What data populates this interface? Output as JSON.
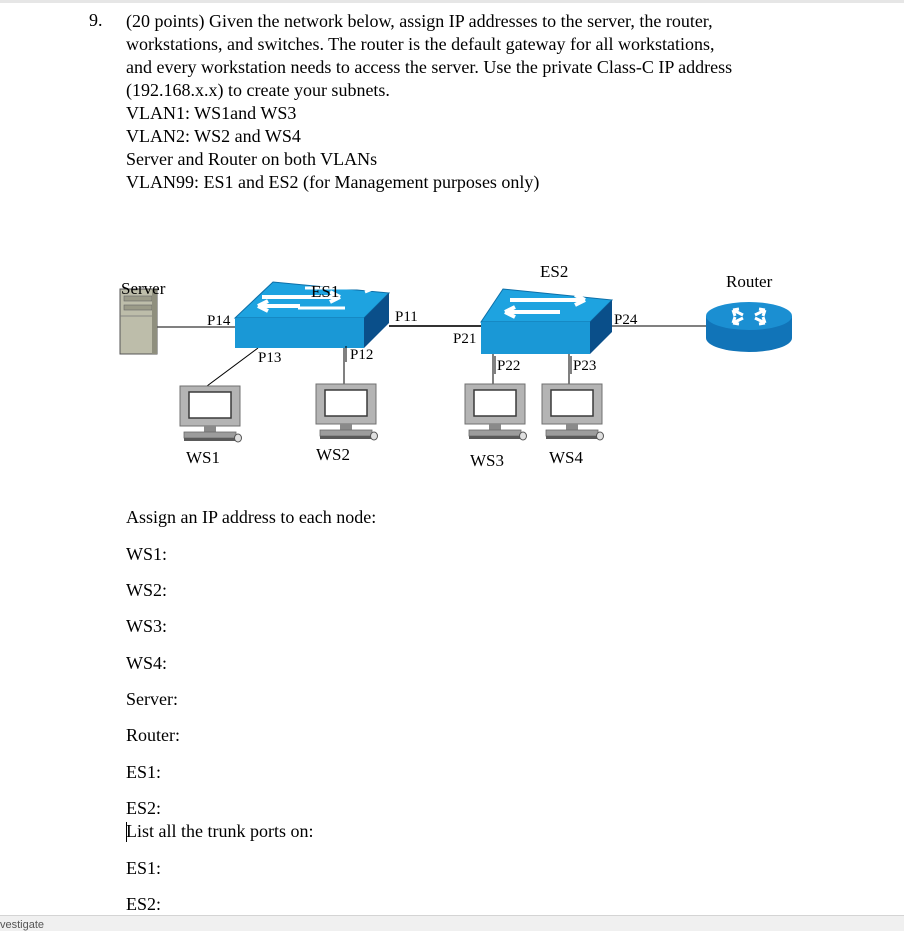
{
  "question": {
    "number": "9.",
    "lines": [
      "(20 points) Given the network below, assign IP addresses to the server, the router,",
      "workstations, and switches. The router is the default gateway for all workstations,",
      "and every workstation needs to access the server. Use the private Class-C IP address",
      "(192.168.x.x) to create your subnets.",
      "VLAN1: WS1and WS3",
      "VLAN2: WS2 and WS4",
      "Server and Router on both VLANs",
      "VLAN99: ES1 and ES2 (for Management purposes only)"
    ]
  },
  "diagram": {
    "server_label": "Server",
    "router_label": "Router",
    "es1_label": "ES1",
    "es2_label": "ES2",
    "ports": {
      "p14": "P14",
      "p11": "P11",
      "p13": "P13",
      "p12": "P12",
      "p21": "P21",
      "p24": "P24",
      "p22": "P22",
      "p23": "P23"
    },
    "workstations": {
      "ws1": "WS1",
      "ws2": "WS2",
      "ws3": "WS3",
      "ws4": "WS4"
    },
    "colors": {
      "switch_top": "#1ea3e0",
      "switch_side": "#0a4f8a",
      "router_blue": "#1b8fd2"
    }
  },
  "answers": {
    "assign_heading": "Assign an IP address to each node:",
    "assign_items": [
      "WS1:",
      "WS2:",
      "WS3:",
      "WS4:",
      "Server:",
      "Router:",
      "ES1:",
      "ES2:"
    ],
    "trunk_heading": "List all the trunk ports on:",
    "trunk_items": [
      "ES1:",
      "ES2:"
    ]
  },
  "footer": {
    "text": "vestigate"
  }
}
